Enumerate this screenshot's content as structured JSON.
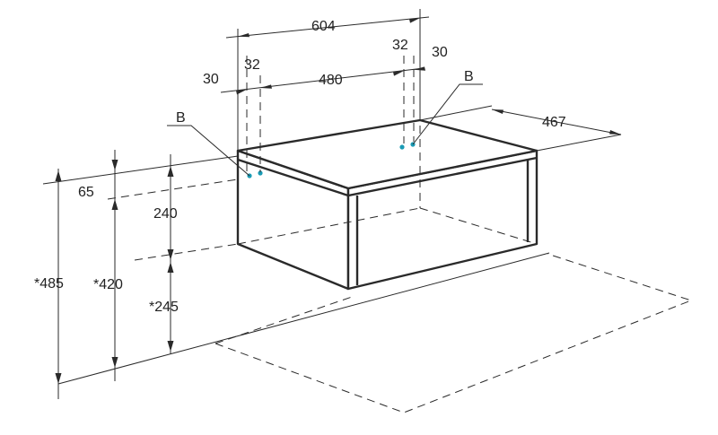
{
  "dimensions": {
    "width_total": "604",
    "spacing_between": "480",
    "offset_left": "30",
    "offset_right": "30",
    "hole_left": "32",
    "hole_right": "32",
    "depth": "467",
    "top_panel": "65",
    "cabinet_height": "240",
    "height_1": "*485",
    "height_2": "*420",
    "height_3": "*245"
  },
  "labels": {
    "point_left": "B",
    "point_right": "B"
  },
  "colors": {
    "line": "#2a2a2a",
    "hole_marker": "#1a9bb5",
    "background": "#ffffff"
  }
}
